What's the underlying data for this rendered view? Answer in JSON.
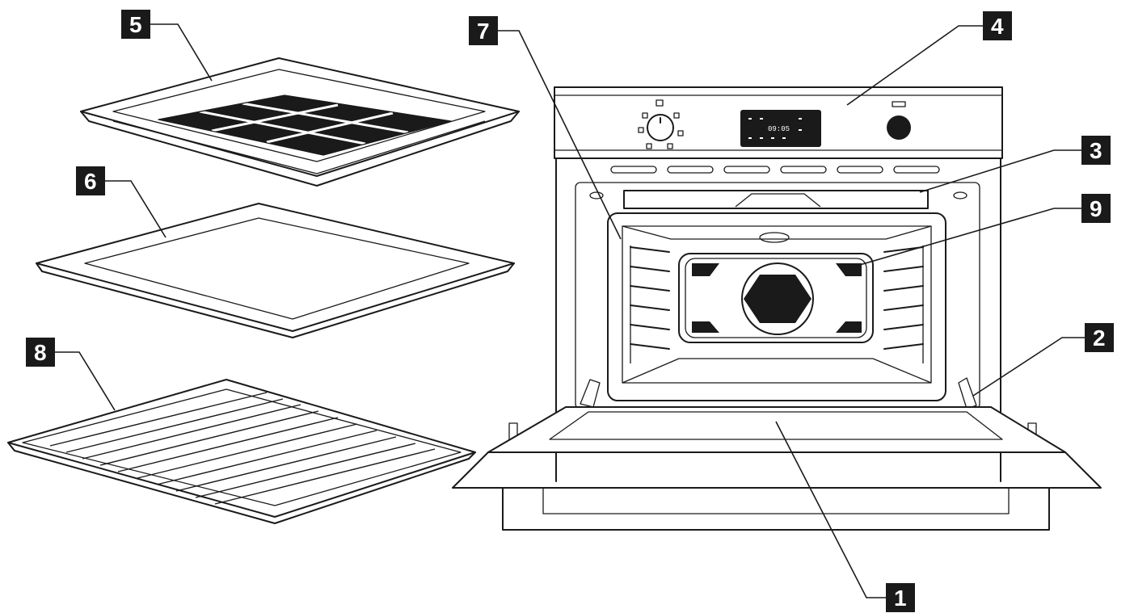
{
  "callouts": [
    {
      "id": "1",
      "label": "1"
    },
    {
      "id": "2",
      "label": "2"
    },
    {
      "id": "3",
      "label": "3"
    },
    {
      "id": "4",
      "label": "4"
    },
    {
      "id": "5",
      "label": "5"
    },
    {
      "id": "6",
      "label": "6"
    },
    {
      "id": "7",
      "label": "7"
    },
    {
      "id": "8",
      "label": "8"
    },
    {
      "id": "9",
      "label": "9"
    }
  ],
  "display": {
    "time": "09:05"
  },
  "colors": {
    "line": "#1a1a1a",
    "background": "#ffffff"
  }
}
